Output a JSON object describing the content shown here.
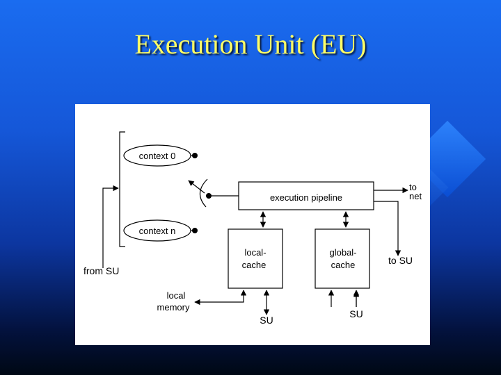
{
  "slide": {
    "title": "Execution Unit (EU)"
  },
  "diagram": {
    "context_0": "context 0",
    "context_n": "context n",
    "execution_pipeline": "execution pipeline",
    "local_cache_line1": "local-",
    "local_cache_line2": "cache",
    "global_cache_line1": "global-",
    "global_cache_line2": "cache",
    "to_net_line1": "to",
    "to_net_line2": "net",
    "to_su": "to SU",
    "from_su": "from SU",
    "local_memory_line1": "local",
    "local_memory_line2": "memory",
    "su_bottom_left": "SU",
    "su_bottom_right": "SU"
  },
  "colors": {
    "title_text": "#ffff66",
    "background_top": "#1a6cf0",
    "background_bottom": "#000814"
  }
}
